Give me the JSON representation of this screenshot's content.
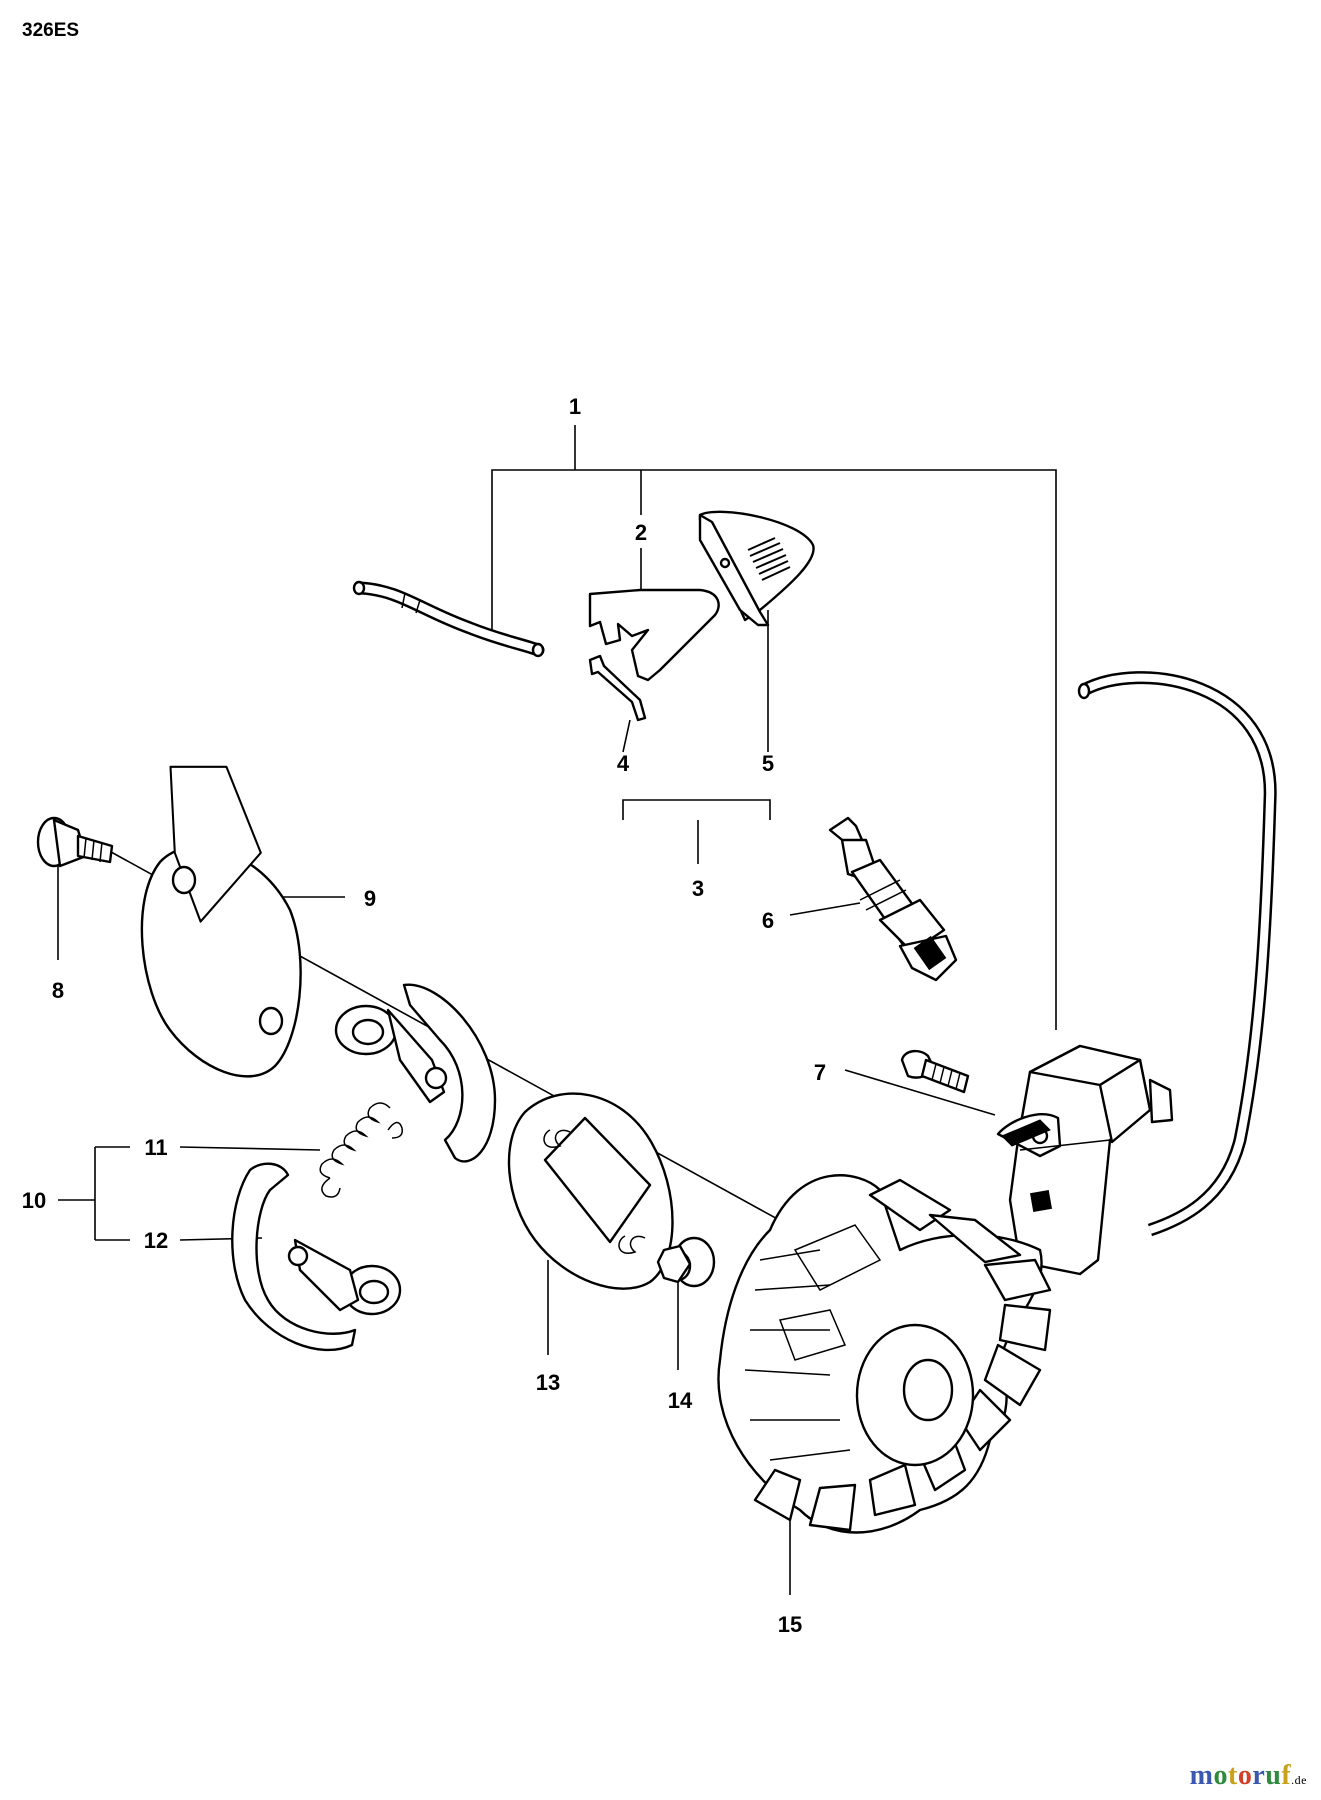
{
  "model": "326ES",
  "watermark": {
    "text": "motoruf",
    "suffix": ".de"
  },
  "callouts": [
    "1",
    "2",
    "3",
    "4",
    "5",
    "6",
    "7",
    "8",
    "9",
    "10",
    "11",
    "12",
    "13",
    "14",
    "15"
  ]
}
